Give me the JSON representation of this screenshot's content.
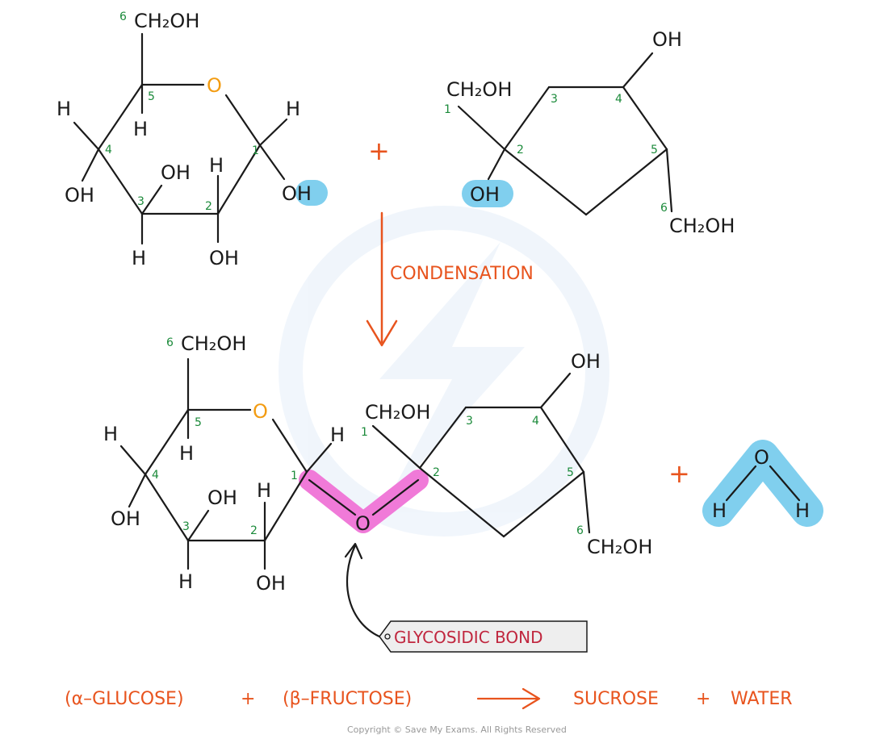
{
  "colors": {
    "accent": "#e8541e",
    "ring_oxygen": "#f39c12",
    "carbon_number": "#1b8a3a",
    "highlight_blue": "#80cfee",
    "highlight_pink": "#f07ad8",
    "tag_text": "#c0263e"
  },
  "glucose_top": {
    "ring_oxygen": "O",
    "ch2oh": "CH₂OH",
    "h_c1": "H",
    "oh_c1": "OH",
    "h_c2": "H",
    "oh_c2": "OH",
    "h_c3": "H",
    "oh_c3": "OH",
    "h_c4": "H",
    "oh_c4": "OH",
    "h_c5": "H",
    "carbon_numbers": [
      "1",
      "2",
      "3",
      "4",
      "5",
      "6"
    ]
  },
  "fructose_top": {
    "ch2oh_c1": "CH₂OH",
    "oh_c2": "OH",
    "oh_c4": "OH",
    "ch2oh_c6": "CH₂OH",
    "carbon_numbers": [
      "1",
      "2",
      "3",
      "4",
      "5",
      "6"
    ]
  },
  "plus_top": "+",
  "condensation_label": "CONDENSATION",
  "sucrose": {
    "ring_oxygen": "O",
    "ch2oh_glu": "CH₂OH",
    "h_c1": "H",
    "h_c2": "H",
    "oh_c2": "OH",
    "h_c3": "H",
    "oh_c3": "OH",
    "h_c4": "H",
    "oh_c4": "OH",
    "h_c5": "H",
    "bridge_oxygen": "O",
    "ch2oh_fru_c1": "CH₂OH",
    "oh_fru_c4": "OH",
    "ch2oh_fru_c6": "CH₂OH",
    "glu_numbers": [
      "1",
      "2",
      "3",
      "4",
      "5",
      "6"
    ],
    "fru_numbers": [
      "1",
      "2",
      "3",
      "4",
      "5",
      "6"
    ]
  },
  "plus_bottom": "+",
  "water": {
    "o": "O",
    "h_left": "H",
    "h_right": "H"
  },
  "glycosidic_tag": "GLYCOSIDIC  BOND",
  "equation": {
    "alpha_glucose": "(α–GLUCOSE)",
    "plus1": "+",
    "beta_fructose": "(β–FRUCTOSE)",
    "sucrose": "SUCROSE",
    "plus2": "+",
    "water": "WATER"
  },
  "copyright": "Copyright © Save My Exams. All Rights Reserved"
}
